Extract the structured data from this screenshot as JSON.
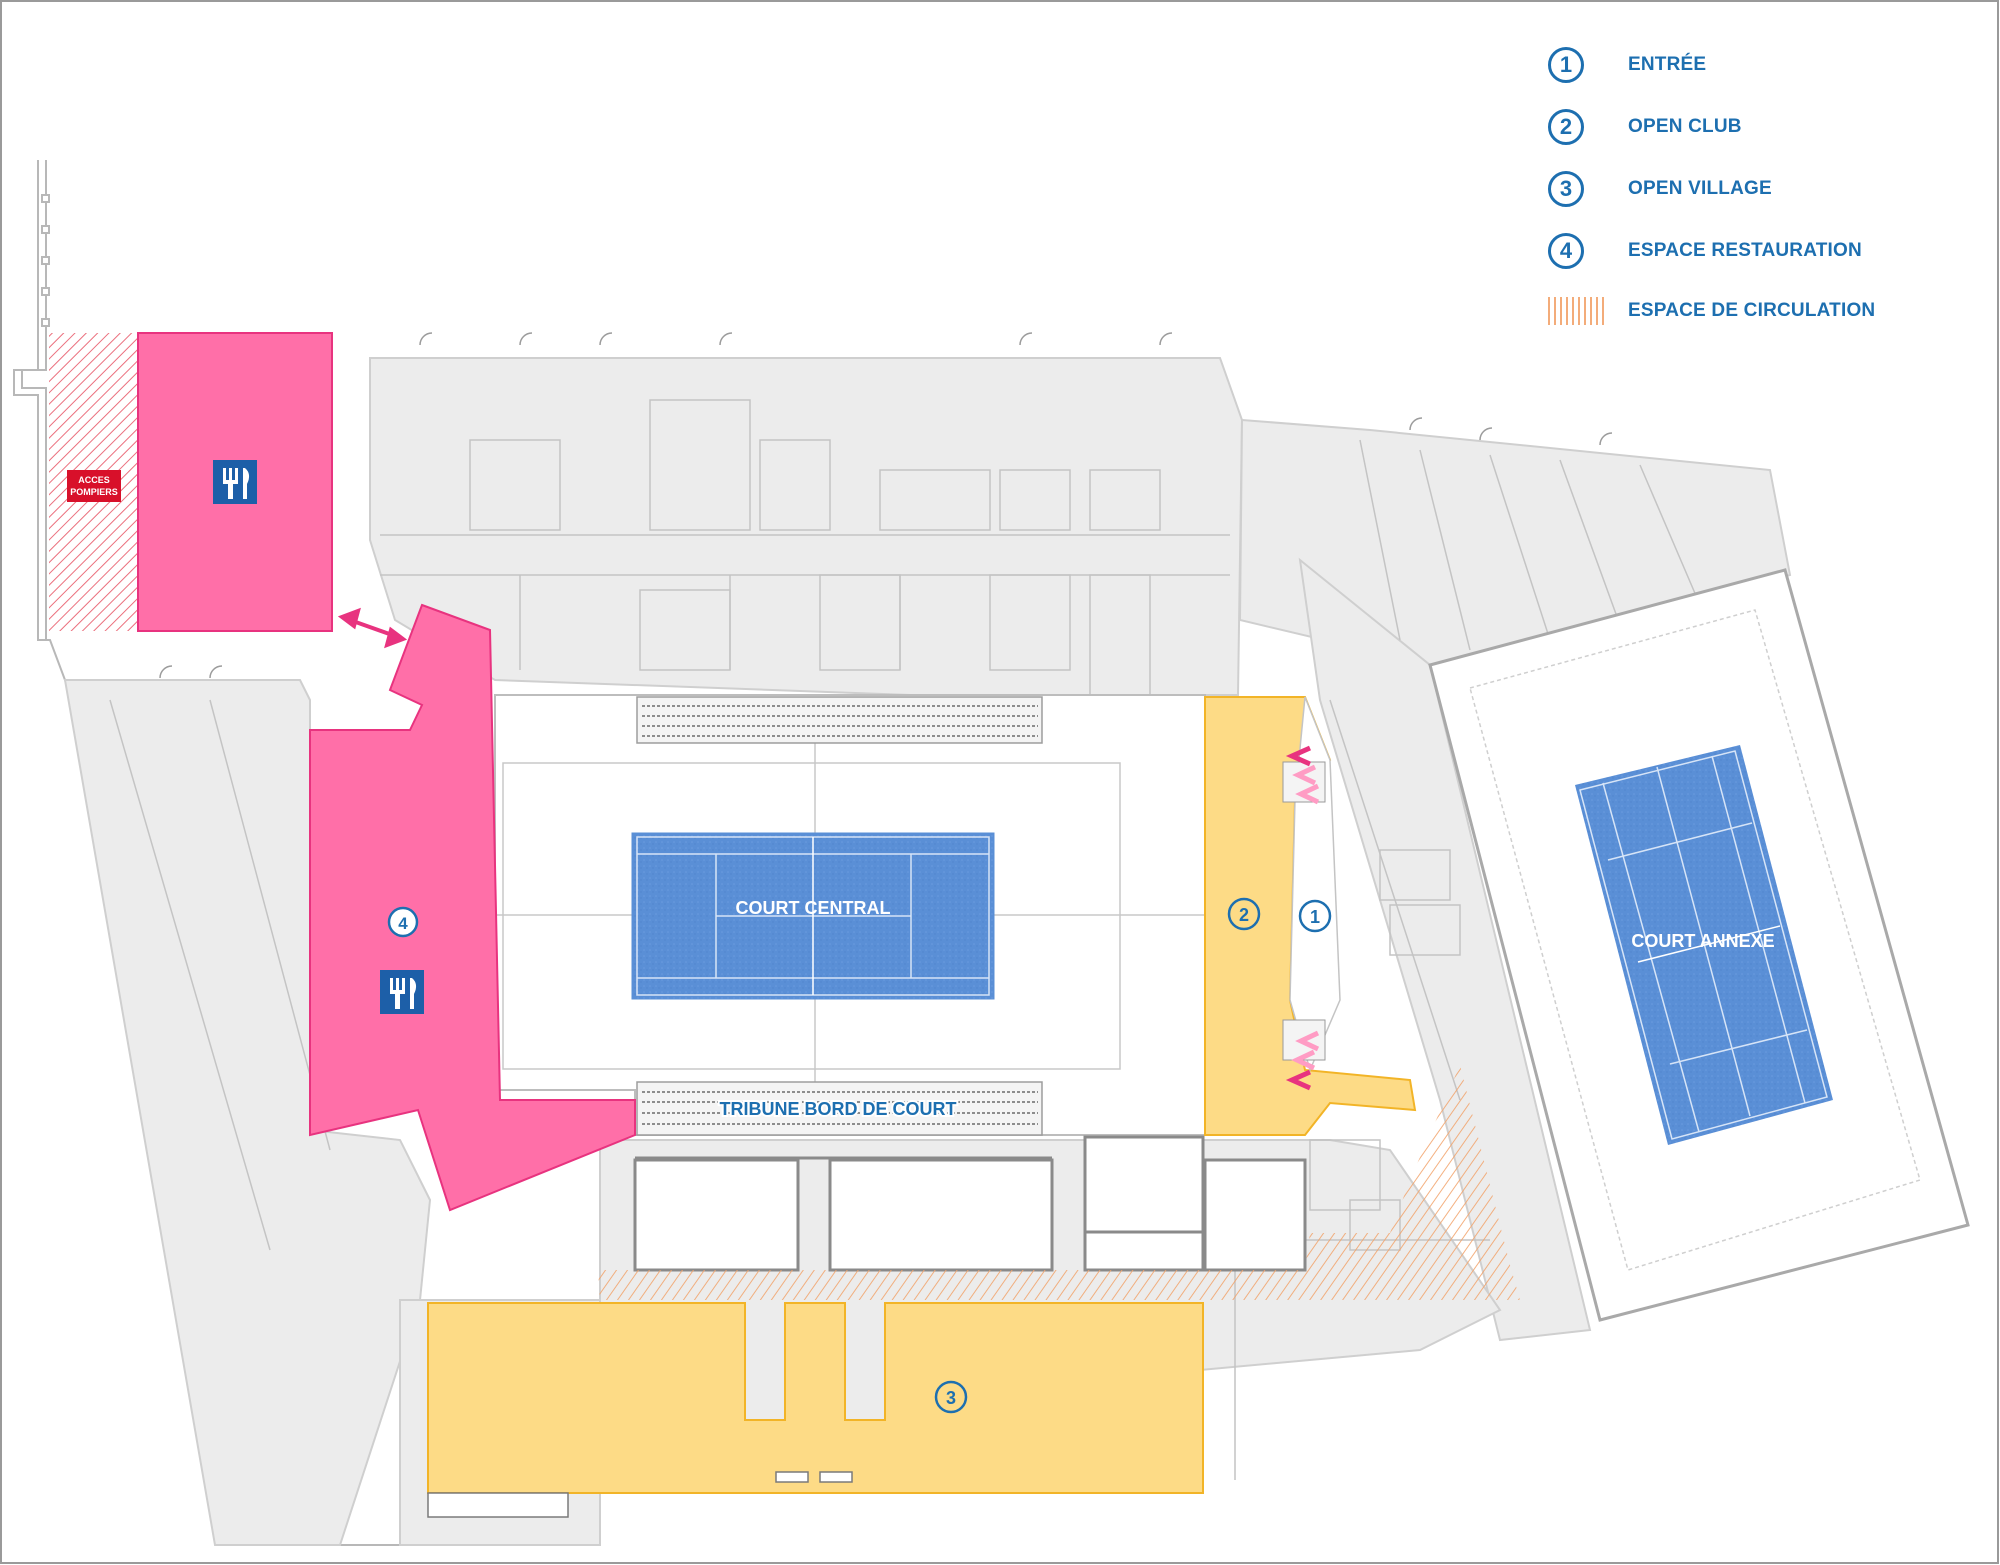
{
  "legend": [
    {
      "marker": "1",
      "label": "ENTRÉE"
    },
    {
      "marker": "2",
      "label": "OPEN CLUB"
    },
    {
      "marker": "3",
      "label": "OPEN VILLAGE"
    },
    {
      "marker": "4",
      "label": "ESPACE RESTAURATION"
    },
    {
      "marker": "hatch",
      "label": "ESPACE DE CIRCULATION"
    }
  ],
  "map": {
    "court_central": "COURT CENTRAL",
    "court_annexe": "COURT ANNEXE",
    "tribune": "TRIBUNE BORD DE COURT",
    "acces_pompiers_line1": "ACCES",
    "acces_pompiers_line2": "POMPIERS",
    "zone_markers": {
      "entree": "1",
      "open_club": "2",
      "open_village": "3",
      "restauration": "4"
    }
  },
  "colors": {
    "primary_blue": "#1d6fb0",
    "court_blue": "#5a8fd6",
    "restauration_pink": "#ff6fa8",
    "open_zone_yellow": "#fddb86",
    "circulation_hatch": "#f2a36b",
    "building_gray": "#ececec",
    "fire_access_red": "#d8102a"
  },
  "icons": [
    "restaurant-icon",
    "arrow-chevron-icon",
    "double-arrow-icon"
  ]
}
